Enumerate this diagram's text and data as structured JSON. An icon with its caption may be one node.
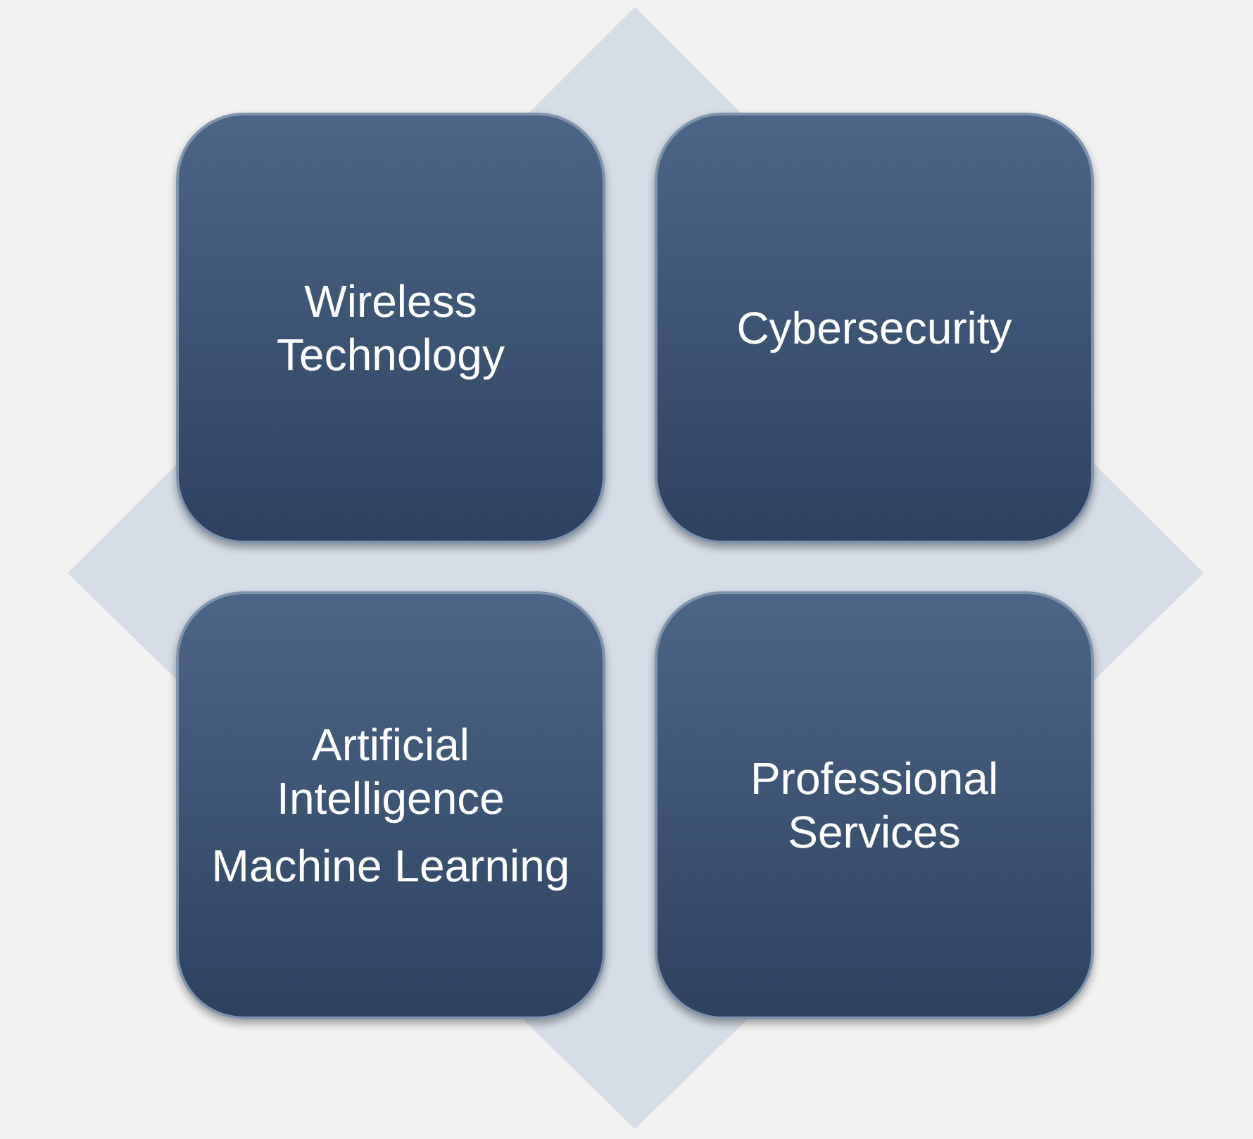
{
  "diagram": {
    "nodes": [
      {
        "text": [
          "Wireless Technology"
        ]
      },
      {
        "text": [
          "Cybersecurity"
        ]
      },
      {
        "text": [
          "Artificial Intelligence",
          "Machine Learning"
        ]
      },
      {
        "text": [
          "Professional Services"
        ]
      }
    ],
    "edges": []
  }
}
